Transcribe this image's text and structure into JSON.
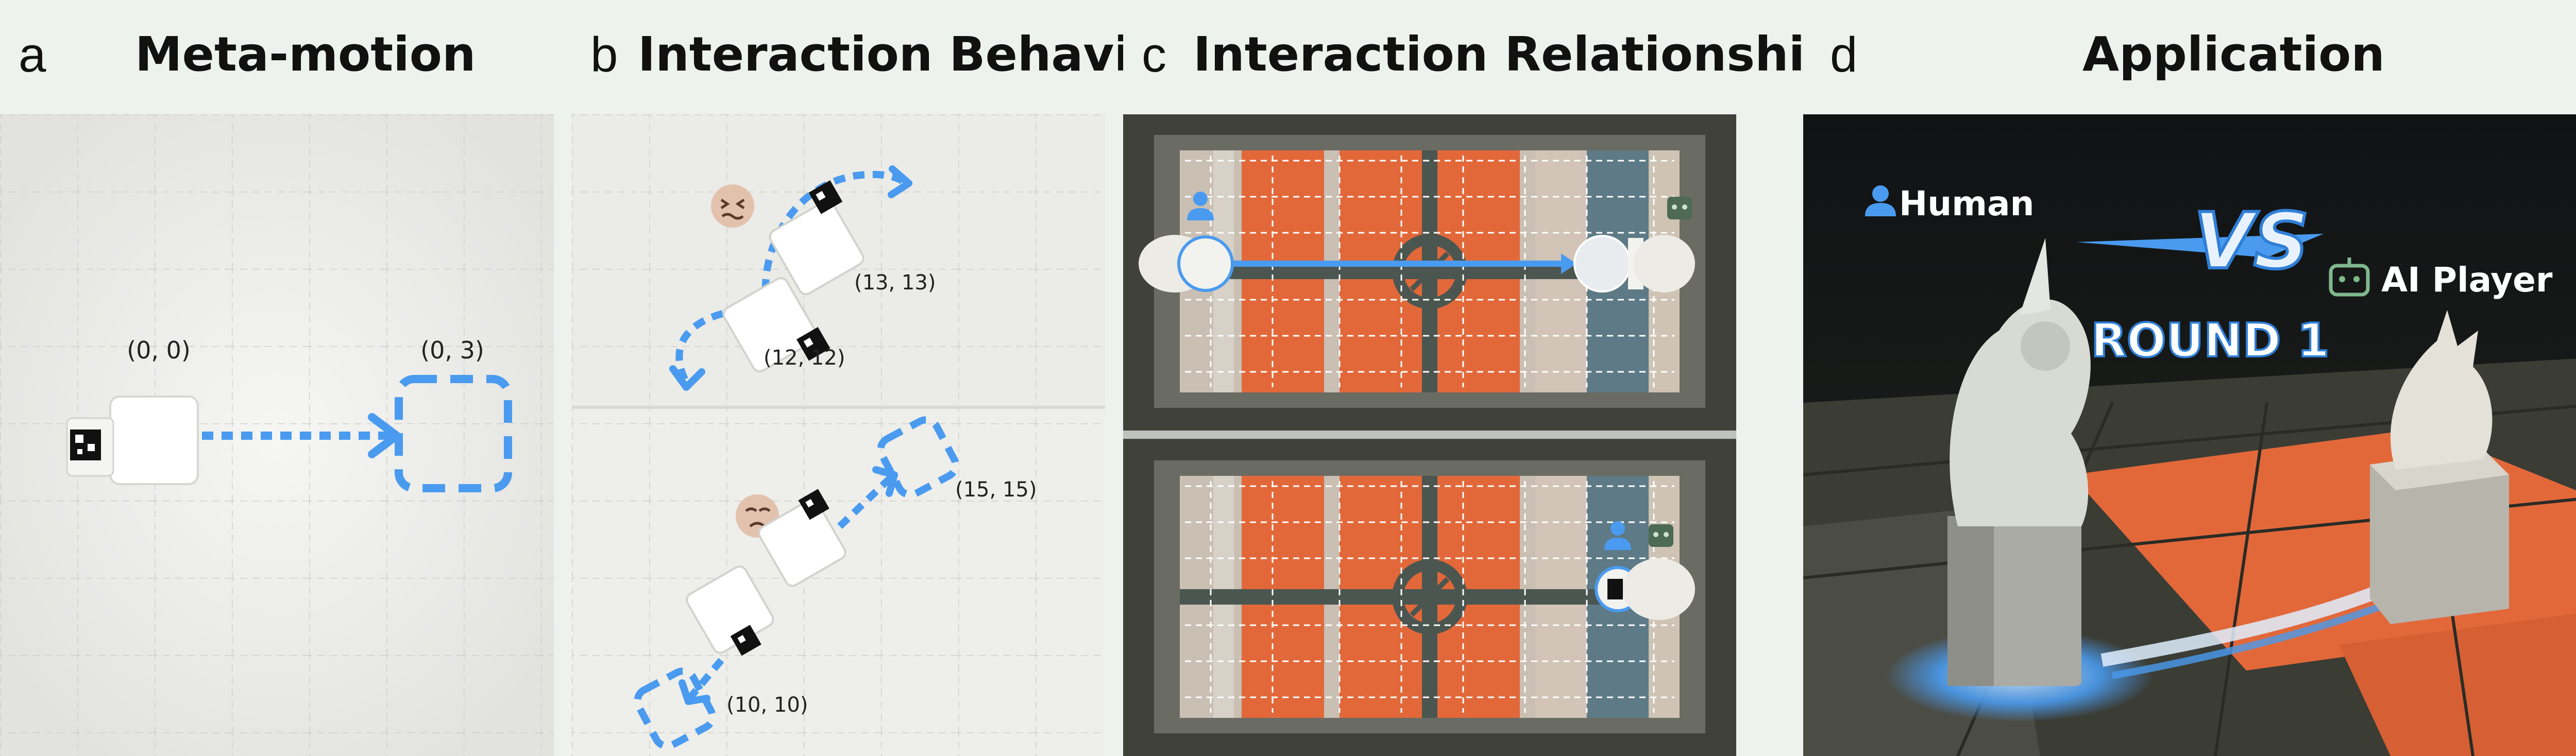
{
  "panels": {
    "a": {
      "letter": "a",
      "title": "Meta-motion",
      "coord_start": "(0, 0)",
      "coord_end": "(0, 3)"
    },
    "b": {
      "letter": "b",
      "title": "Interaction Behavior",
      "coord_1": "(13, 13)",
      "coord_2": "(12, 12)",
      "coord_3": "(15, 15)",
      "coord_4": "(10, 10)"
    },
    "c": {
      "letter": "c",
      "title": "Interaction Relationship"
    },
    "d": {
      "letter": "d",
      "title": "Application",
      "human_label": "Human",
      "vs_label": "VS",
      "round_label": "ROUND 1",
      "ai_label": "AI Player"
    }
  },
  "colors": {
    "accent_blue": "#4a9bef",
    "board_orange": "#e2683a",
    "board_dark": "#3c3e37",
    "header_bg": "#eef2ef",
    "dark_bg": "#15171a"
  }
}
